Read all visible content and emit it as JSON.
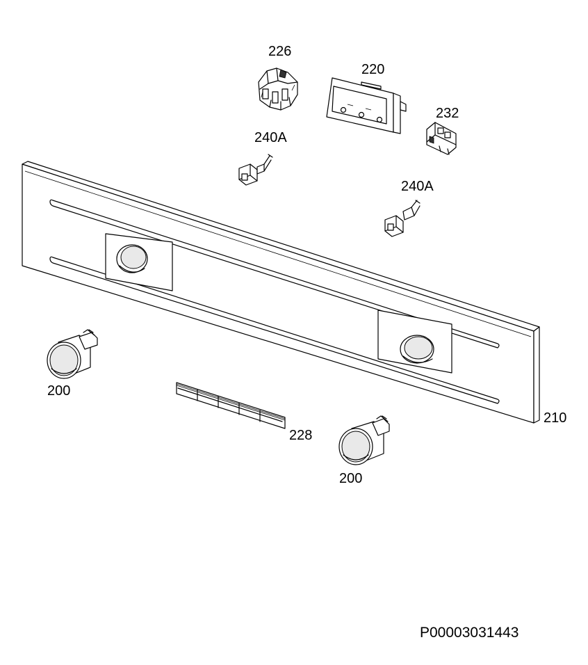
{
  "diagram": {
    "parts": [
      {
        "id": "p226",
        "label": "226"
      },
      {
        "id": "p220",
        "label": "220"
      },
      {
        "id": "p232",
        "label": "232"
      },
      {
        "id": "p240a_1",
        "label": "240A"
      },
      {
        "id": "p240a_2",
        "label": "240A"
      },
      {
        "id": "p210",
        "label": "210"
      },
      {
        "id": "p200_1",
        "label": "200"
      },
      {
        "id": "p228",
        "label": "228"
      },
      {
        "id": "p200_2",
        "label": "200"
      }
    ],
    "reference_code": "P00003031443"
  }
}
